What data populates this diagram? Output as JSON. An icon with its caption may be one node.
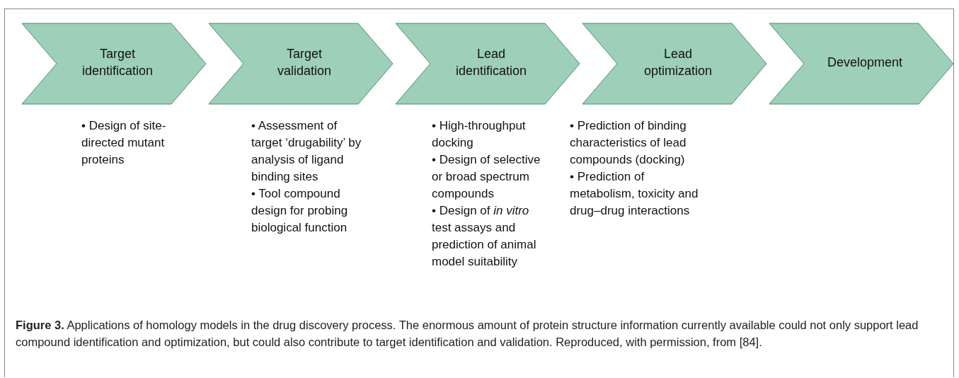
{
  "diagram": {
    "caption": "**Figure 3.** Applications of homology models in the drug discovery process. The enormous amount of protein structure information currently available could not only support lead compound identification and optimization, but could also contribute to target identification and validation. Reproduced, with permission, from [84].",
    "nodes": [
      {
        "text": [
          "Target identification"
        ],
        "beside": [
          "• Design of site-directed mutant proteins"
        ]
      },
      {
        "text": [
          "Target validation"
        ],
        "beside": [
          "• Assessment of target ‘drugability’ by analysis of ligand binding sites",
          "• Tool compound design for probing biological function"
        ]
      },
      {
        "text": [
          "Lead identification"
        ],
        "beside": [
          "• High-throughput docking",
          "• Design of selective or broad spectrum compounds",
          "• Design of *in vitro* test assays and prediction of animal model suitability"
        ]
      },
      {
        "text": [
          "Lead optimization"
        ],
        "beside": [
          "• Prediction of binding characteristics of lead compounds (docking)",
          "• Prediction of metabolism, toxicity and drug–drug interactions"
        ]
      },
      {
        "text": [
          "Development"
        ]
      }
    ],
    "edges": []
  }
}
